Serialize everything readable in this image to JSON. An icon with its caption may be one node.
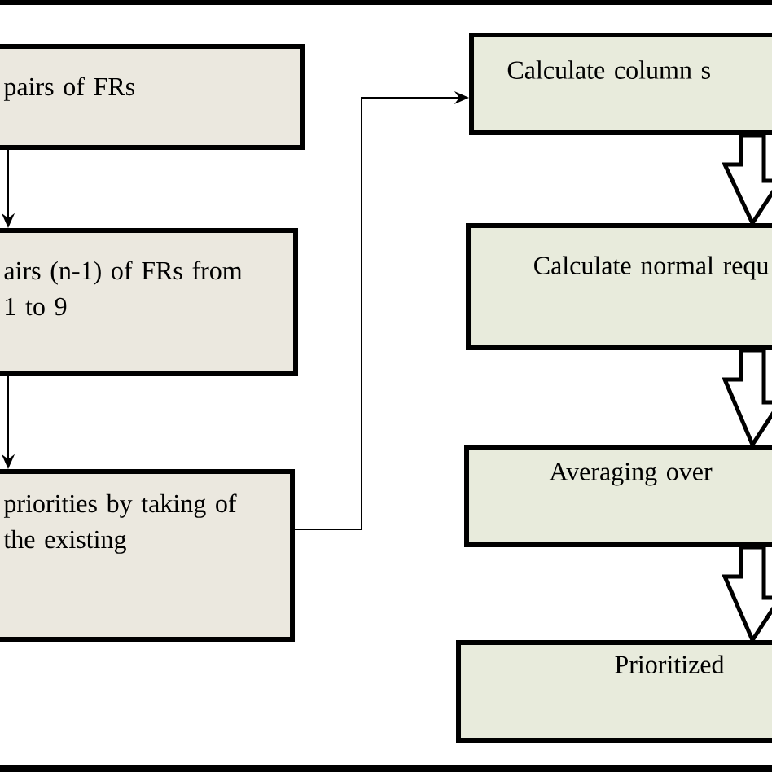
{
  "diagram": {
    "nodes": [
      {
        "text": [
          "pairs of FRs"
        ]
      },
      {
        "text": [
          "airs (n-1) of FRs from 1 to 9"
        ]
      },
      {
        "text": [
          "priorities by taking of the existing"
        ]
      },
      {
        "text": [
          "Calculate column s"
        ]
      },
      {
        "text": [
          "Calculate normal requ"
        ]
      },
      {
        "text": [
          "Averaging over"
        ]
      },
      {
        "text": [
          "Prioritized"
        ]
      }
    ],
    "edges": [
      {
        "from": 0,
        "to": 1,
        "arrow": "to"
      },
      {
        "from": 1,
        "to": 2,
        "arrow": "to"
      },
      {
        "from": 2,
        "to": 3,
        "arrow": "to"
      },
      {
        "from": 3,
        "to": 4,
        "arrow": "to",
        "style": "thick"
      },
      {
        "from": 4,
        "to": 5,
        "arrow": "to",
        "style": "thick"
      },
      {
        "from": 5,
        "to": 6,
        "arrow": "to",
        "style": "thick"
      }
    ]
  }
}
